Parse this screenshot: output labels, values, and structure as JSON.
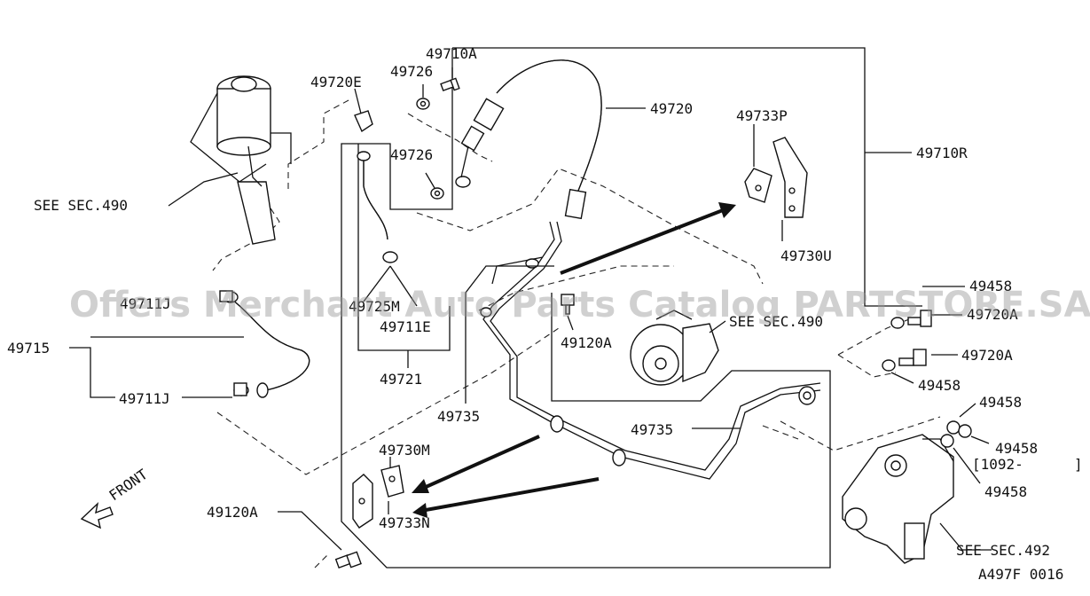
{
  "watermark": "Offers Merchant Auto Parts Catalog PARTSTORE.SA",
  "figure_code": "A497F 0016",
  "front_label": "FRONT",
  "labels": {
    "p49710A": "49710A",
    "p49726_top": "49726",
    "p49720E": "49720E",
    "p49720": "49720",
    "p49733P": "49733P",
    "p49710R": "49710R",
    "p49726_mid": "49726",
    "see_sec_490_left": "SEE SEC.490",
    "p49730U": "49730U",
    "p49711J_top": "49711J",
    "p49725M": "49725M",
    "p49711E": "49711E",
    "p49715": "49715",
    "p49458_top": "49458",
    "p49720A_1": "49720A",
    "p49120A_mid": "49120A",
    "see_sec_490_right": "SEE SEC.490",
    "p49720A_2": "49720A",
    "p49721": "49721",
    "p49458_2": "49458",
    "p49711J_bot": "49711J",
    "p49735_left": "49735",
    "p49458_3": "49458",
    "p49735_right": "49735",
    "p49730M": "49730M",
    "p49458_4": "49458",
    "bracket_code": "[1092-",
    "bracket_close": "]",
    "p49458_5": "49458",
    "p49120A_bot": "49120A",
    "p49733N": "49733N",
    "see_sec_492": "SEE SEC.492"
  }
}
